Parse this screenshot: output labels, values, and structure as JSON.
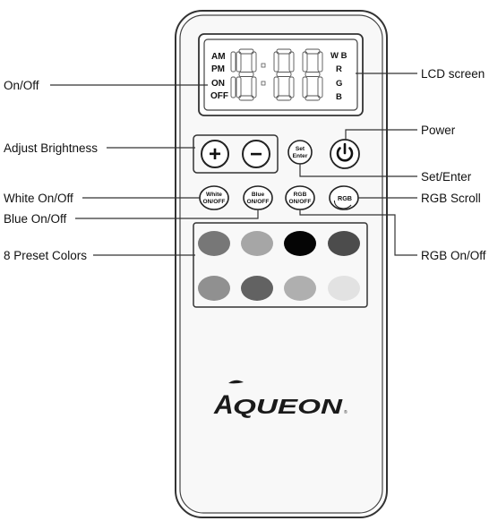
{
  "remote": {
    "lcd": {
      "left_indicators": [
        "AM",
        "PM",
        "ON",
        "OFF"
      ],
      "right_indicators": [
        "W B",
        "R",
        "G",
        "B"
      ]
    },
    "buttons": {
      "plus_symbol": "+",
      "minus_symbol": "−",
      "set_line1": "Set",
      "set_line2": "Enter",
      "white_line1": "White",
      "white_line2": "ON/OFF",
      "blue_line1": "Blue",
      "blue_line2": "ON/OFF",
      "rgb_line1": "RGB",
      "rgb_line2": "ON/OFF",
      "rgb_scroll": "RGB",
      "power_icon": "power-icon"
    },
    "preset_colors": [
      "#777777",
      "#a6a6a6",
      "#050505",
      "#4c4c4c",
      "#909090",
      "#626262",
      "#afafaf",
      "#e2e2e2"
    ],
    "brand": "AQUEON"
  },
  "callouts": {
    "on_off": "On/Off",
    "lcd_screen": "LCD screen",
    "power": "Power",
    "adjust_brightness": "Adjust Brightness",
    "set_enter": "Set/Enter",
    "white_on_off": "White On/Off",
    "rgb_scroll": "RGB Scroll",
    "blue_on_off": "Blue On/Off",
    "preset_colors": "8 Preset Colors",
    "rgb_on_off": "RGB On/Off"
  }
}
